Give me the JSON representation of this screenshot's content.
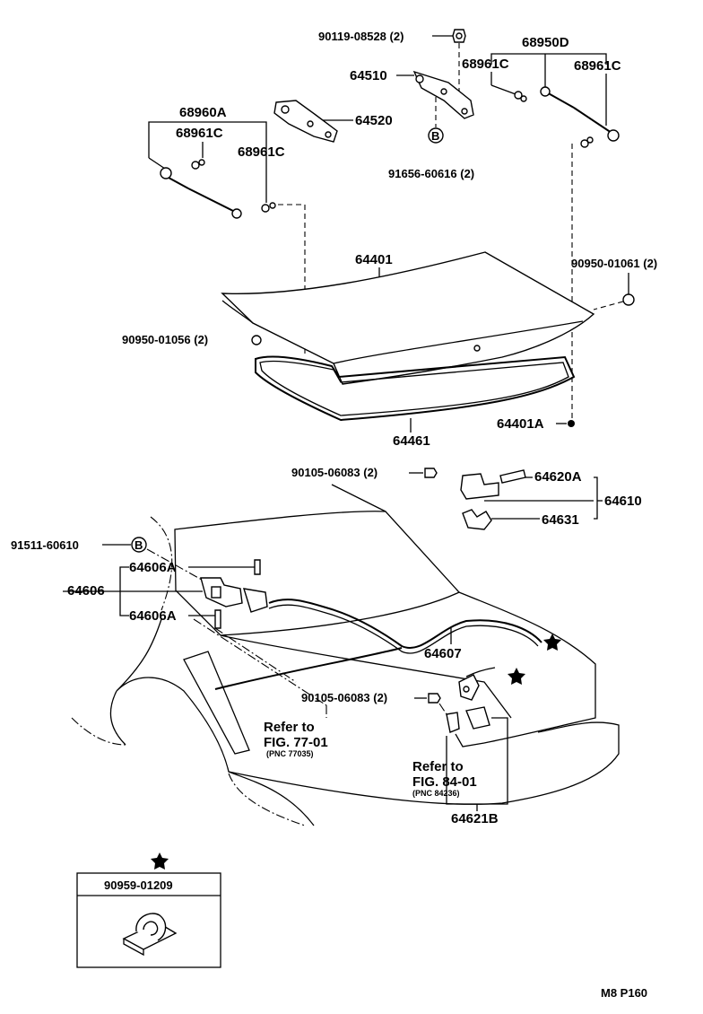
{
  "labels": {
    "p_90119": "90119-08528 (2)",
    "p_68950D": "68950D",
    "p_68961C_a": "68961C",
    "p_68961C_b": "68961C",
    "p_64510": "64510",
    "p_64520": "64520",
    "p_68960A": "68960A",
    "p_68961C_c": "68961C",
    "p_68961C_d": "68961C",
    "p_b_callout_top": "B",
    "p_91656": "91656-60616 (2)",
    "p_64401": "64401",
    "p_90950_1061": "90950-01061 (2)",
    "p_90950_1056": "90950-01056 (2)",
    "p_64401A": "64401A",
    "p_64461": "64461",
    "p_90105_a": "90105-06083 (2)",
    "p_64620A": "64620A",
    "p_64610": "64610",
    "p_64631": "64631",
    "p_91511": "91511-60610",
    "p_b_callout_mid": "B",
    "p_64606A_a": "64606A",
    "p_64606": "64606",
    "p_64606A_b": "64606A",
    "p_64607": "64607",
    "p_90105_b": "90105-06083 (2)",
    "refer1_a": "Refer to",
    "refer1_b": "FIG. 77-01",
    "refer1_c": "(PNC 77035)",
    "refer2_a": "Refer to",
    "refer2_b": "FIG. 84-01",
    "refer2_c": "(PNC 84236)",
    "p_64621B": "64621B",
    "inset_part": "90959-01209",
    "page_code": "M8 P160"
  }
}
